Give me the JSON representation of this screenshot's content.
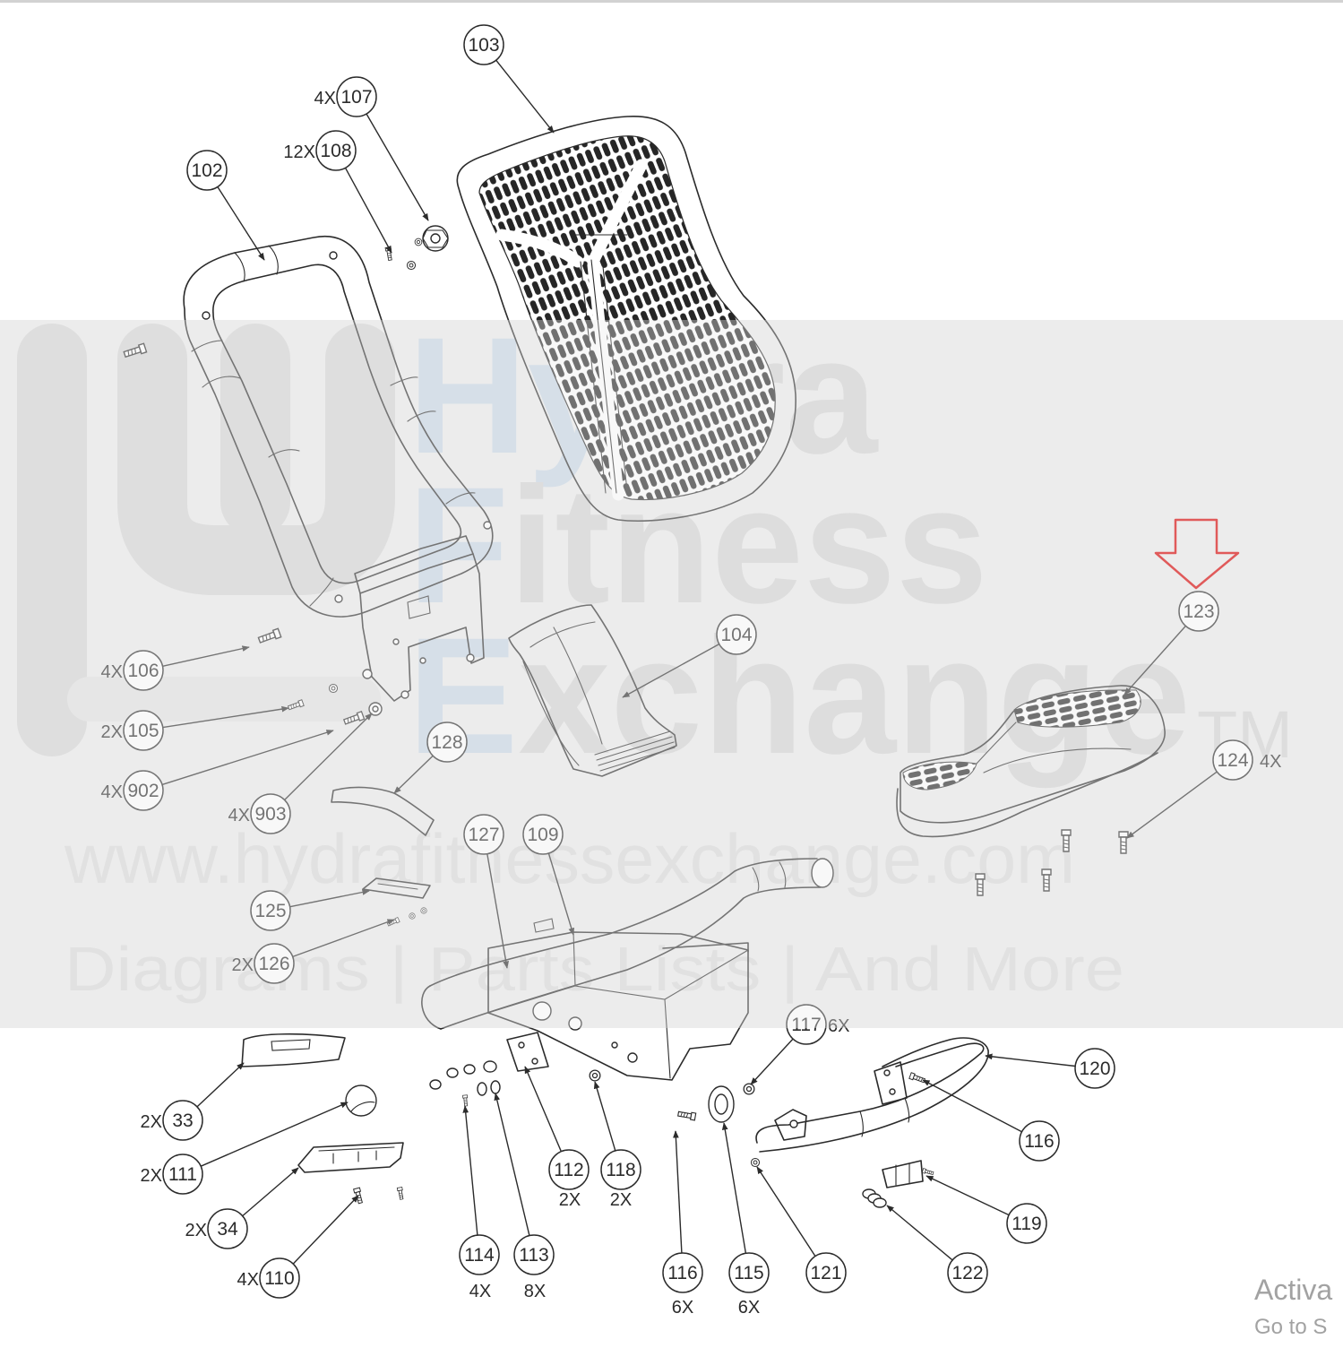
{
  "diagram": {
    "callouts": [
      {
        "number": "103"
      },
      {
        "number": "107",
        "qty": "4X"
      },
      {
        "number": "108",
        "qty": "12X"
      },
      {
        "number": "102"
      },
      {
        "number": "104"
      },
      {
        "number": "123"
      },
      {
        "number": "124",
        "qty": "4X"
      },
      {
        "number": "106",
        "qty": "4X"
      },
      {
        "number": "105",
        "qty": "2X"
      },
      {
        "number": "902",
        "qty": "4X"
      },
      {
        "number": "903",
        "qty": "4X"
      },
      {
        "number": "128"
      },
      {
        "number": "127"
      },
      {
        "number": "109"
      },
      {
        "number": "125"
      },
      {
        "number": "126",
        "qty": "2X"
      },
      {
        "number": "117",
        "qty": "6X"
      },
      {
        "number": "120"
      },
      {
        "number": "33",
        "qty": "2X"
      },
      {
        "number": "111",
        "qty": "2X"
      },
      {
        "number": "34",
        "qty": "2X"
      },
      {
        "number": "110",
        "qty": "4X"
      },
      {
        "number": "112",
        "qty": "2X"
      },
      {
        "number": "118",
        "qty": "2X"
      },
      {
        "number": "114",
        "qty": "4X"
      },
      {
        "number": "113",
        "qty": "8X"
      },
      {
        "number": "116",
        "qty": "6X"
      },
      {
        "number": "115",
        "qty": "6X"
      },
      {
        "number": "121"
      },
      {
        "number": "122"
      },
      {
        "number": "119"
      },
      {
        "number": "116"
      }
    ]
  },
  "watermark": {
    "brand_line1": "Hydra",
    "brand_line2": "Fitness",
    "brand_line3": "Exchange",
    "trademark": "TM",
    "url": "www.hydrafitnessexchange.com",
    "tagline": "Diagrams | Parts Lists | And More"
  },
  "os_overlay": {
    "line1": "Activa",
    "line2": "Go to S"
  },
  "colors": {
    "highlight_arrow": "#e05a5a",
    "line": "#2b2b2b",
    "watermark_band": "#ececec",
    "watermark_accent": "#c9d7e5"
  }
}
